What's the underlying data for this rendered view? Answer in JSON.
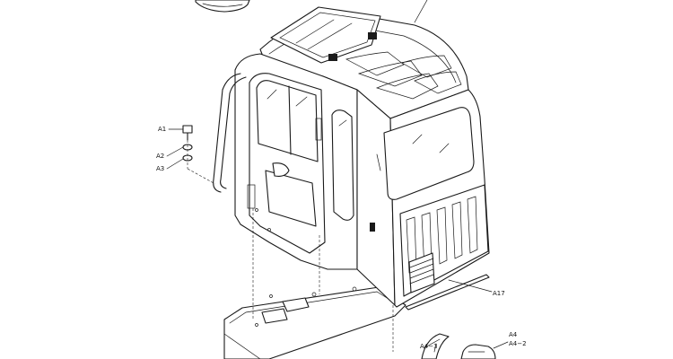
{
  "callouts": {
    "a1": "A1",
    "a2": "A2",
    "a3": "A3",
    "a17": "A17",
    "a4": "A4",
    "a4_2": "A4−2",
    "a4_3": "A4−3"
  },
  "colors": {
    "line": "#1a1a1a",
    "background": "#ffffff"
  }
}
